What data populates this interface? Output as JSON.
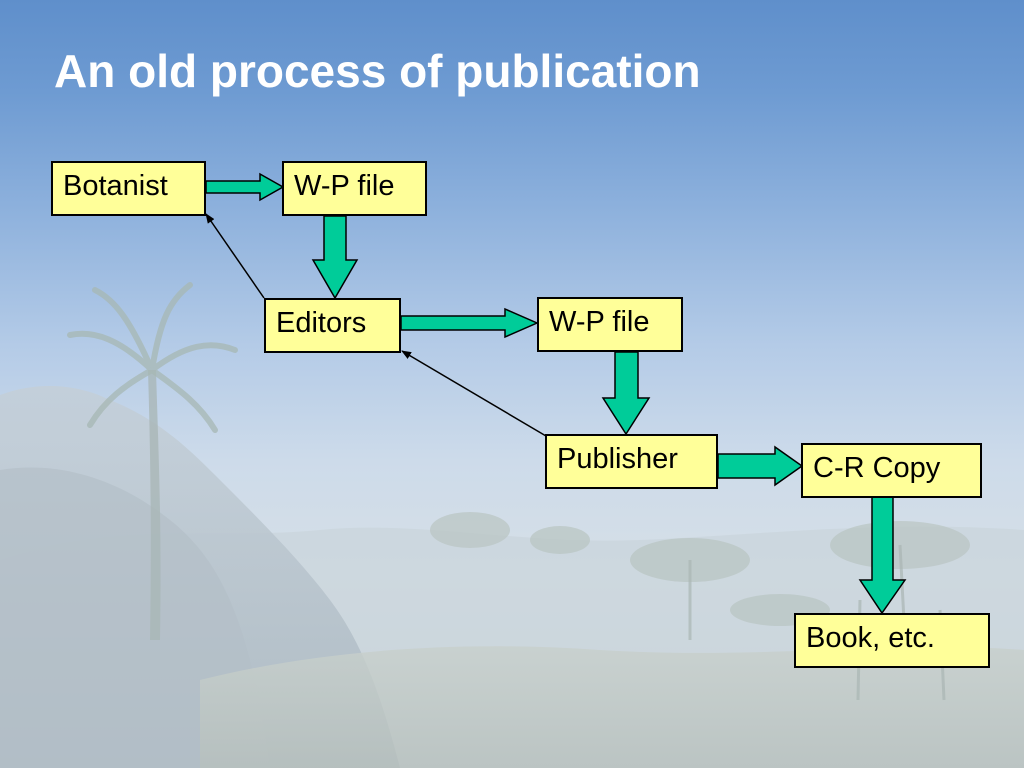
{
  "slide": {
    "title": "An old process of publication"
  },
  "diagram": {
    "nodes": {
      "botanist": "Botanist",
      "wp_file_1": "W-P file",
      "editors": "Editors",
      "wp_file_2": "W-P file",
      "publisher": "Publisher",
      "cr_copy": "C-R Copy",
      "book": "Book, etc."
    },
    "edges": [
      {
        "from": "botanist",
        "to": "wp_file_1",
        "style": "block-arrow"
      },
      {
        "from": "wp_file_1",
        "to": "editors",
        "style": "block-arrow"
      },
      {
        "from": "editors",
        "to": "wp_file_2",
        "style": "block-arrow"
      },
      {
        "from": "wp_file_2",
        "to": "publisher",
        "style": "block-arrow"
      },
      {
        "from": "publisher",
        "to": "cr_copy",
        "style": "block-arrow"
      },
      {
        "from": "cr_copy",
        "to": "book",
        "style": "block-arrow"
      },
      {
        "from": "editors",
        "to": "botanist",
        "style": "line-arrow"
      },
      {
        "from": "publisher",
        "to": "editors",
        "style": "line-arrow"
      }
    ],
    "colors": {
      "box_fill": "#ffff99",
      "box_border": "#000000",
      "block_arrow_fill": "#00cc99",
      "line_arrow": "#000000",
      "title": "#ffffff"
    }
  }
}
